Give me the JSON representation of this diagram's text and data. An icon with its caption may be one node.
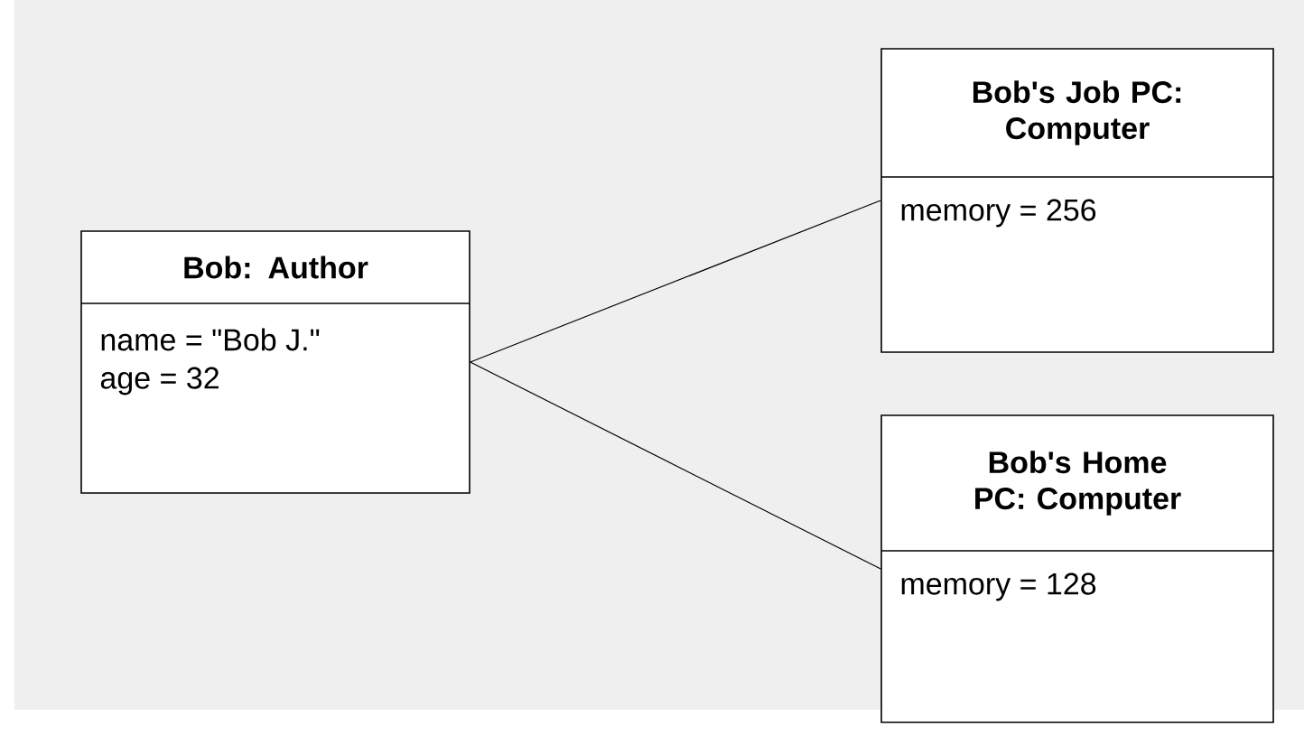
{
  "diagram": {
    "nodes": [
      {
        "text": [
          "Bob: Author",
          "name = \"Bob J.\"",
          "age = 32"
        ]
      },
      {
        "text": [
          "Bob's Job PC: Computer",
          "memory = 256"
        ]
      },
      {
        "text": [
          "Bob's Home PC: Computer",
          "memory = 128"
        ]
      }
    ],
    "edges": [
      {
        "from": 0,
        "to": 1,
        "arrow": "none"
      },
      {
        "from": 0,
        "to": 2,
        "arrow": "none"
      }
    ]
  }
}
